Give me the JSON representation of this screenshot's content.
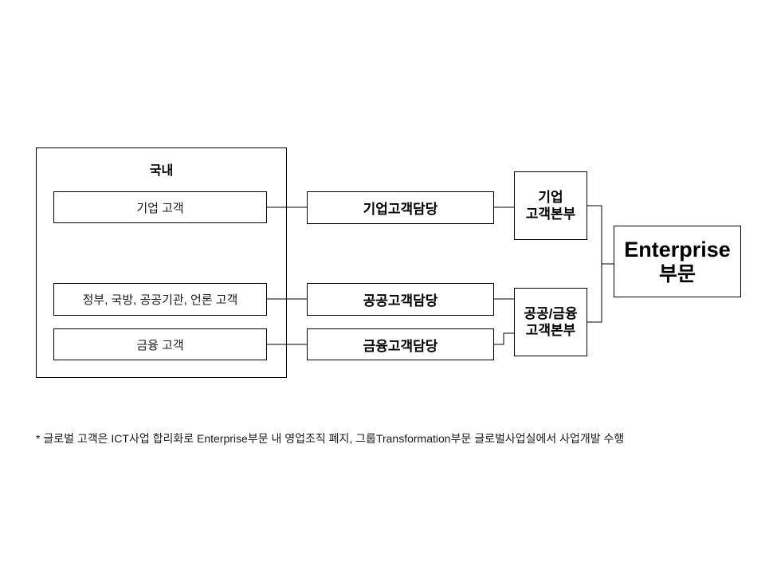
{
  "diagram": {
    "group_domestic": {
      "label": "국내"
    },
    "customer_boxes": [
      {
        "id": "corporate-customers",
        "label": "기업 고객"
      },
      {
        "id": "public-customers",
        "label": "정부, 국방, 공공기관, 언론 고객"
      },
      {
        "id": "finance-customers",
        "label": "금융 고객"
      }
    ],
    "team_boxes": [
      {
        "id": "corporate-team",
        "label": "기업고객담당"
      },
      {
        "id": "public-team",
        "label": "공공고객담당"
      },
      {
        "id": "finance-team",
        "label": "금융고객담당"
      }
    ],
    "hq_boxes": [
      {
        "id": "corporate-hq",
        "line1": "기업",
        "line2": "고객본부"
      },
      {
        "id": "public-finance-hq",
        "line1": "공공/금융",
        "line2": "고객본부"
      }
    ],
    "division_box": {
      "line1": "Enterprise",
      "line2": "부문"
    },
    "footnote": "* 글로벌 고객은 ICT사업 합리화로 Enterprise부문  내 영업조직 폐지, 그룹Transformation부문  글로벌사업실에서 사업개발 수행",
    "line_color": "#000000"
  }
}
